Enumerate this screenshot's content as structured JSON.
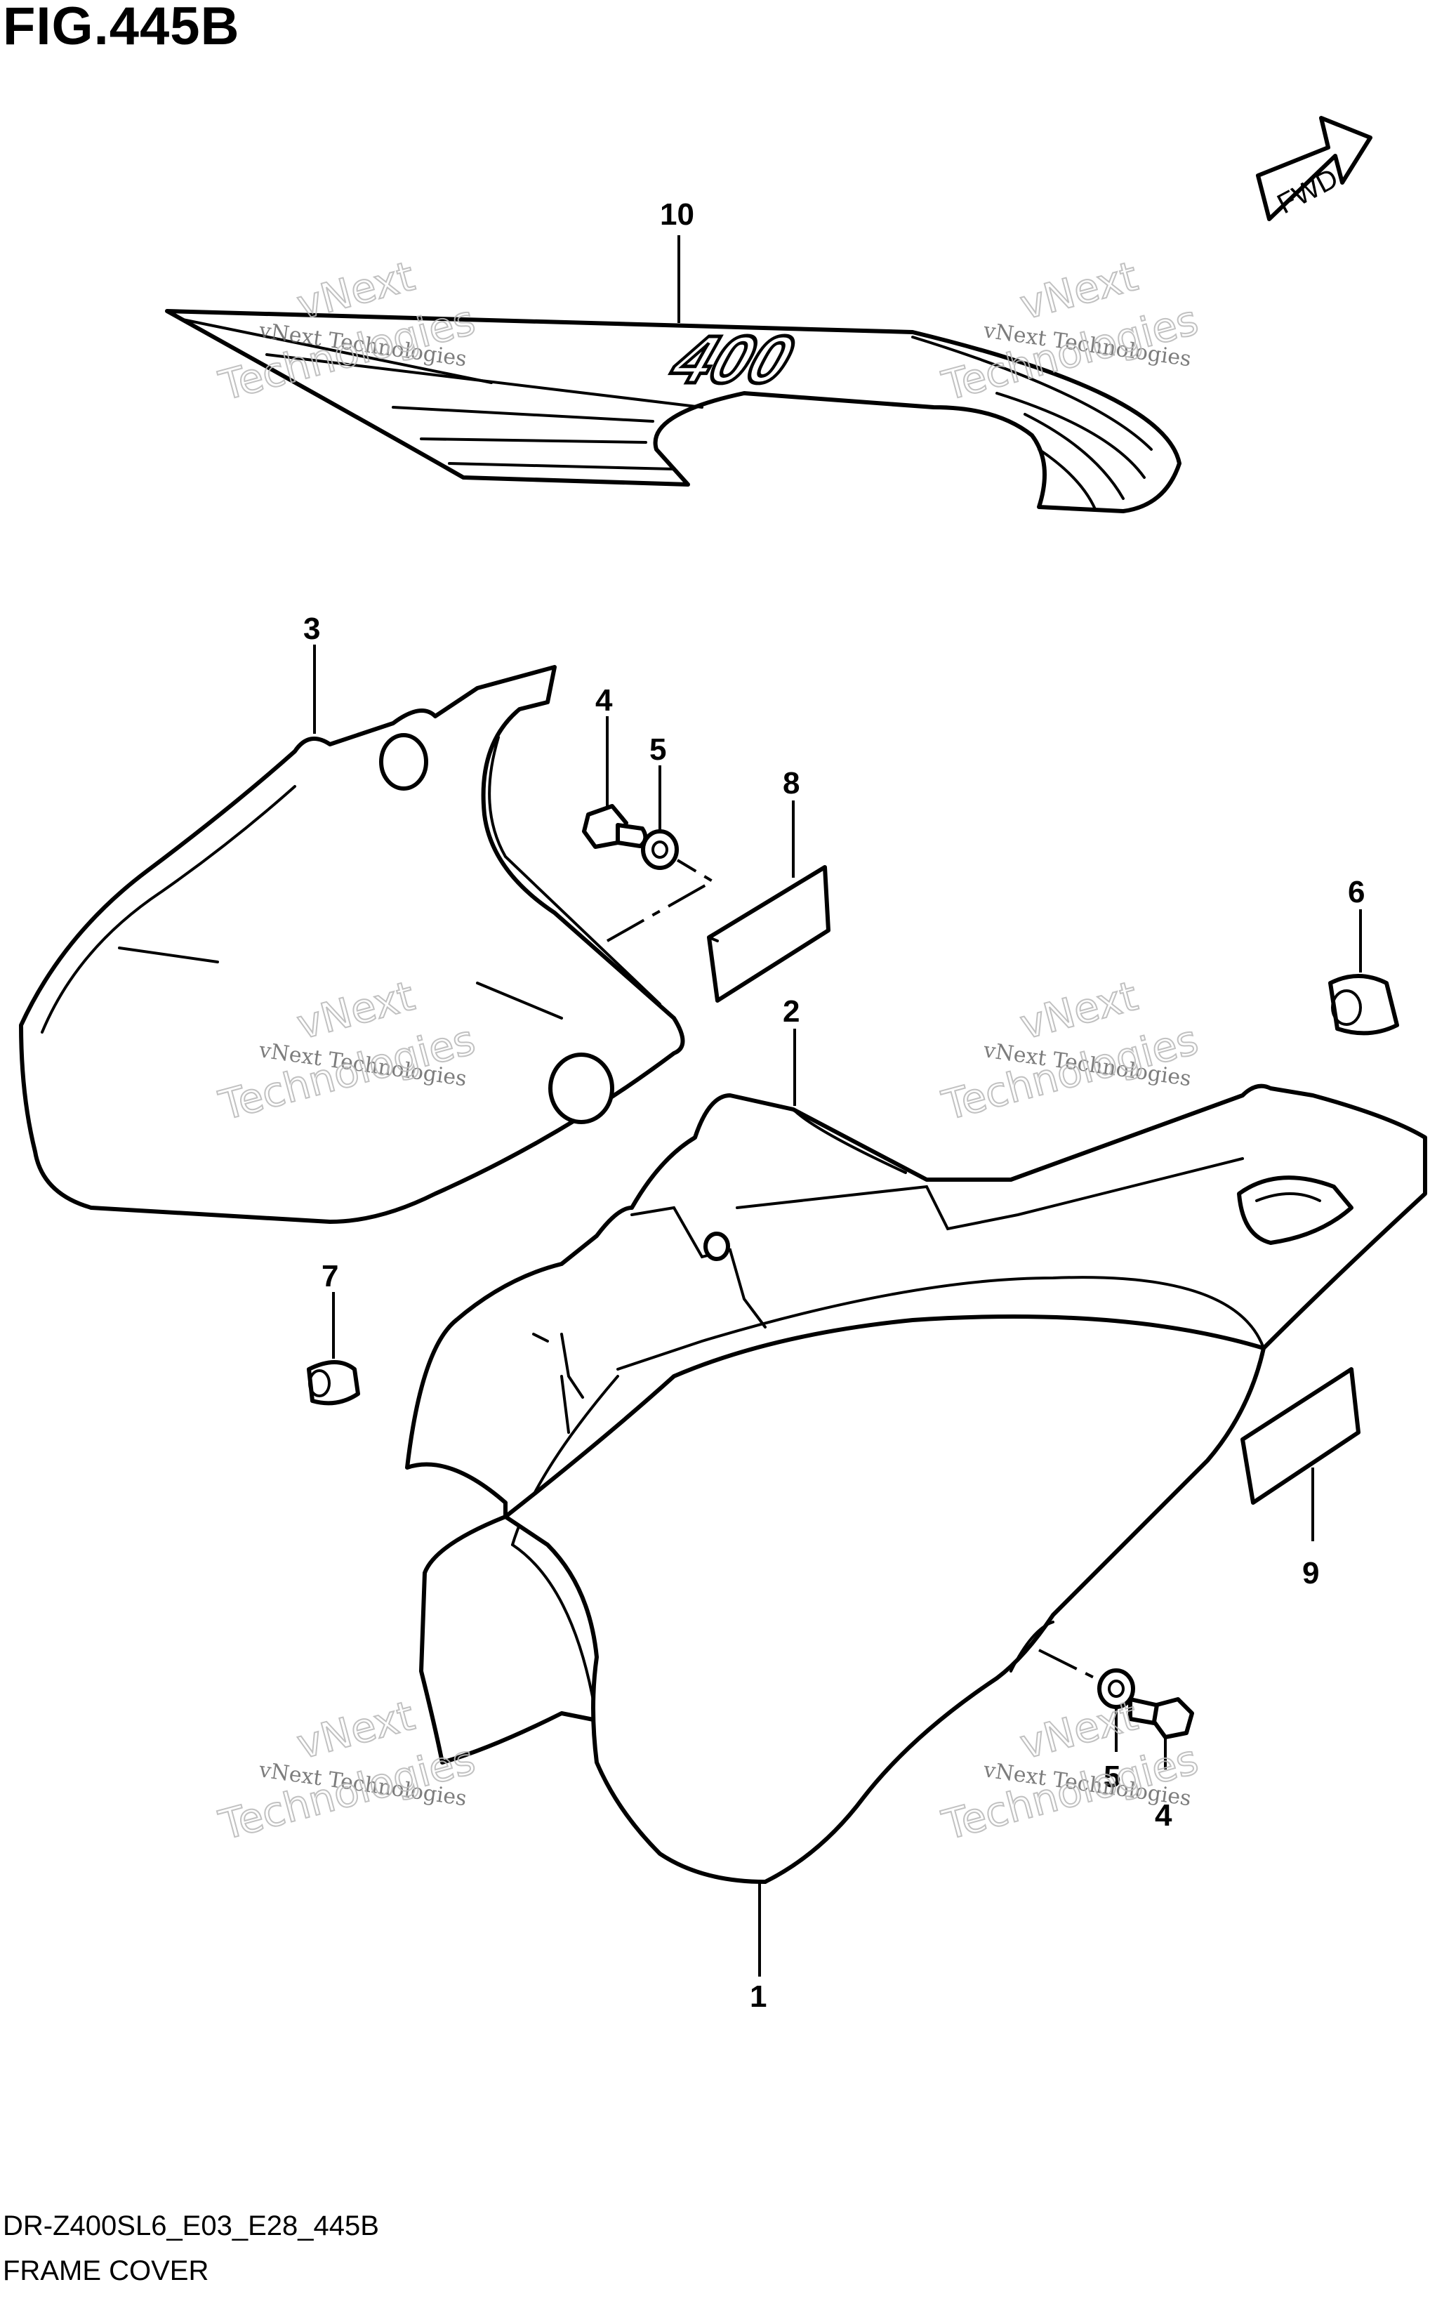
{
  "figure": {
    "title": "FIG.445B",
    "model_code": "DR-Z400SL6_E03_E28_445B",
    "section_name": "FRAME COVER",
    "direction_marker": "FWD",
    "decal_logo": "400"
  },
  "callouts": [
    "10",
    "3",
    "4",
    "5",
    "8",
    "6",
    "2",
    "7",
    "9",
    "5",
    "4",
    "1"
  ],
  "watermark": {
    "line1": "vNext Technologies",
    "line2": "vNext",
    "line3": "Technologies"
  }
}
